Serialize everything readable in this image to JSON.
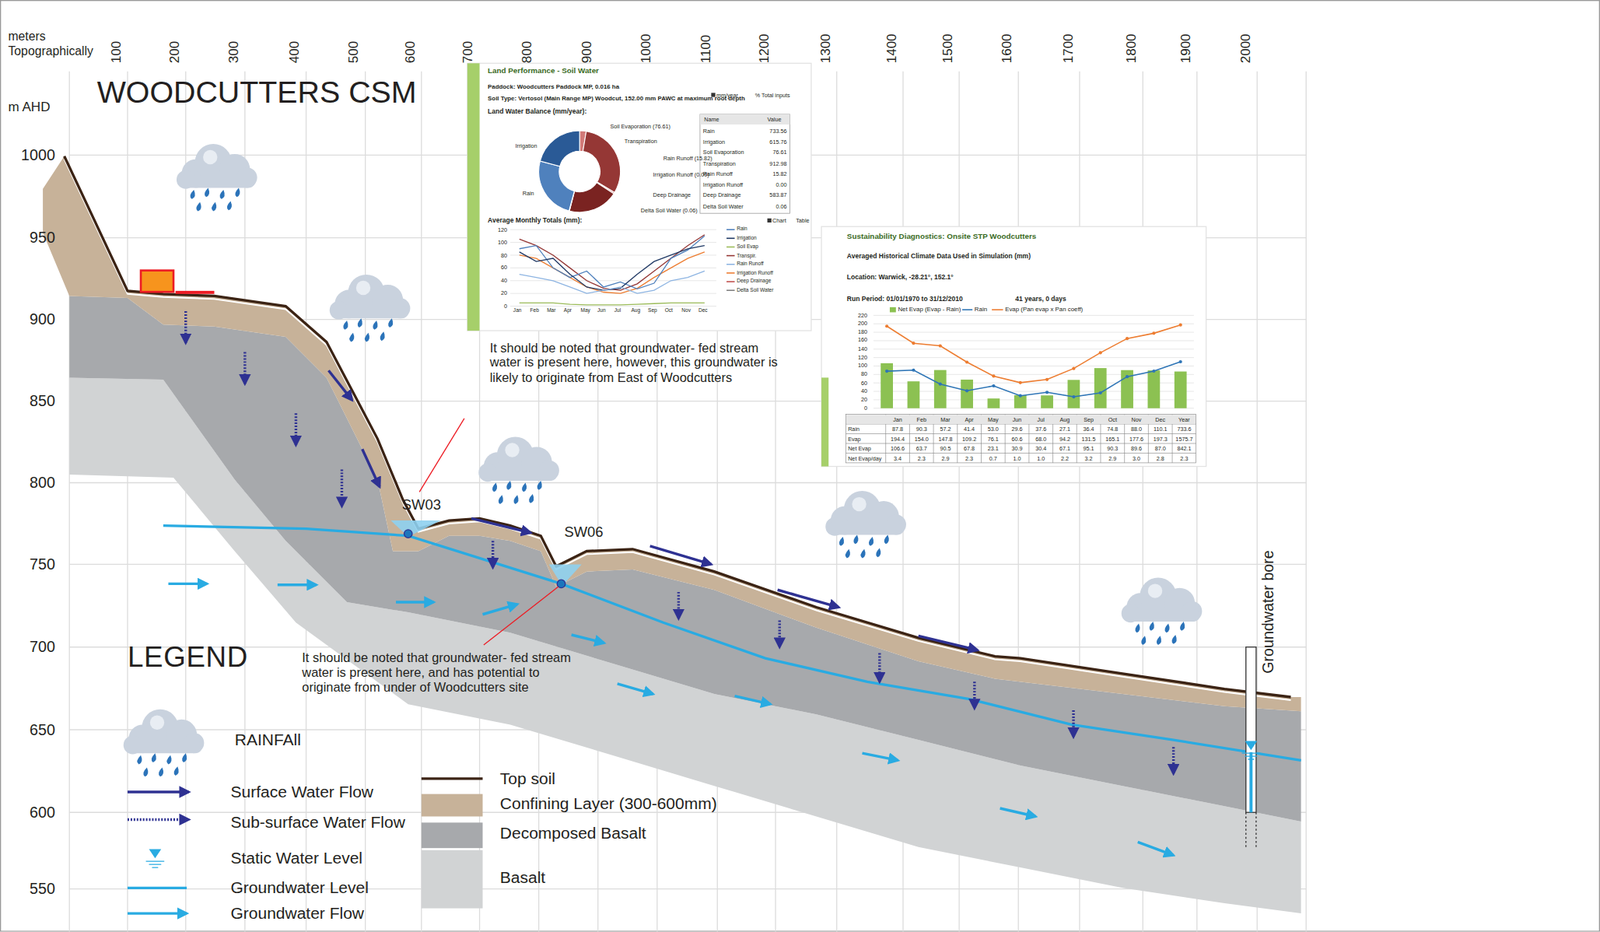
{
  "diagram": {
    "title": "WOODCUTTERS CSM",
    "nodes": [
      {
        "text": [
          "Land Performance - Soil Water",
          "Paddock: Woodcutters Paddock MP, 0.016 ha",
          "Soil Type: Vertosol (Main Range MP) Woodcut, 152.00 mm PAWC at maximum root depth",
          "Land Water Balance (mm/year):",
          "Average Monthly Totals (mm):"
        ]
      },
      {
        "text": [
          "Sustainability Diagnostics: Onsite STP Woodcutters",
          "Averaged Historical Climate Data Used in Simulation (mm)",
          "Location: Warwick, -28.21°, 152.1°",
          "Run Period: 01/01/1970 to 31/12/2010",
          "41 years, 0 days"
        ]
      }
    ],
    "labels": [
      "meters Topographically",
      "100",
      "200",
      "300",
      "400",
      "500",
      "600",
      "700",
      "800",
      "900",
      "1000",
      "1100",
      "1200",
      "1300",
      "1400",
      "1500",
      "1600",
      "1700",
      "1800",
      "1900",
      "2000",
      "m AHD",
      "1000",
      "950",
      "900",
      "850",
      "800",
      "750",
      "700",
      "650",
      "600",
      "550",
      "It should be noted that groundwater- fed stream water is present here, however, this groundwater is likely to originate from East of Woodcutters",
      "It should be noted that groundwater- fed stream water is present here, and has potential to originate from under of Woodcutters site",
      "SW03",
      "SW06",
      "Groundwater bore",
      "LEGEND",
      "mm/year",
      "% Total inputs",
      "Name",
      "Value",
      "Rain",
      "733.56",
      "Irrigation",
      "615.76",
      "Soil Evaporation",
      "76.61",
      "Transpiration",
      "912.98",
      "Rain Runoff",
      "15.82",
      "Irrigation Runoff",
      "0.00",
      "Deep Drainage",
      "583.87",
      "Delta Soil Water",
      "0.06",
      "Soil Evaporation (76.61)",
      "Transpiration",
      "Rain Runoff (15.82)",
      "Irrigation Runoff (0.00)",
      "Deep Drainage",
      "Delta Soil Water (0.06)",
      "Irrigation",
      "Rain",
      "Chart",
      "Table",
      "120",
      "100",
      "80",
      "60",
      "40",
      "20",
      "0",
      "Jan",
      "Feb",
      "Mar",
      "Apr",
      "May",
      "Jun",
      "Jul",
      "Aug",
      "Sep",
      "Oct",
      "Nov",
      "Dec",
      "Rain",
      "Irrigation",
      "Soil Evap",
      "Transpir.",
      "Rain Runoff",
      "Irrigation Runoff",
      "Deep Drainage",
      "Delta Soil Water",
      "Net Evap (Evap - Rain)",
      "Rain",
      "Evap (Pan evap x Pan coeff)",
      "220",
      "200",
      "180",
      "160",
      "140",
      "120",
      "100",
      "80",
      "60",
      "40",
      "20",
      "0",
      "Jan",
      "Feb",
      "Mar",
      "Apr",
      "May",
      "Jun",
      "Jul",
      "Aug",
      "Sep",
      "Oct",
      "Nov",
      "Dec",
      "Year",
      "Rain",
      "87.8",
      "90.3",
      "57.2",
      "41.4",
      "53.0",
      "29.6",
      "37.6",
      "27.1",
      "36.4",
      "74.8",
      "88.0",
      "110.1",
      "733.6",
      "Evap",
      "194.4",
      "154.0",
      "147.8",
      "109.2",
      "76.1",
      "60.6",
      "68.0",
      "94.2",
      "131.5",
      "165.1",
      "177.6",
      "197.3",
      "1575.7",
      "Net Evap",
      "106.6",
      "63.7",
      "90.5",
      "67.8",
      "23.1",
      "30.9",
      "30.4",
      "67.1",
      "95.1",
      "90.3",
      "89.6",
      "87.0",
      "842.1",
      "Net Evap/day",
      "3.4",
      "2.3",
      "2.9",
      "2.3",
      "0.7",
      "1.0",
      "1.0",
      "2.2",
      "3.2",
      "2.9",
      "3.0",
      "2.8",
      "2.3"
    ],
    "legend": [
      {
        "text": "RAINFAll"
      },
      {
        "text": "Surface Water Flow"
      },
      {
        "text": "Sub-surface Water Flow"
      },
      {
        "text": "Static Water Level"
      },
      {
        "text": "Groundwater Level"
      },
      {
        "text": "Groundwater Flow"
      },
      {
        "text": "Top soil"
      },
      {
        "text": "Confining Layer (300-600mm)",
        "color": "#c7b299"
      },
      {
        "text": "Decomposed Basalt",
        "color": "#a7a9ac"
      },
      {
        "text": "Basalt",
        "color": "#d1d3d4"
      }
    ]
  }
}
